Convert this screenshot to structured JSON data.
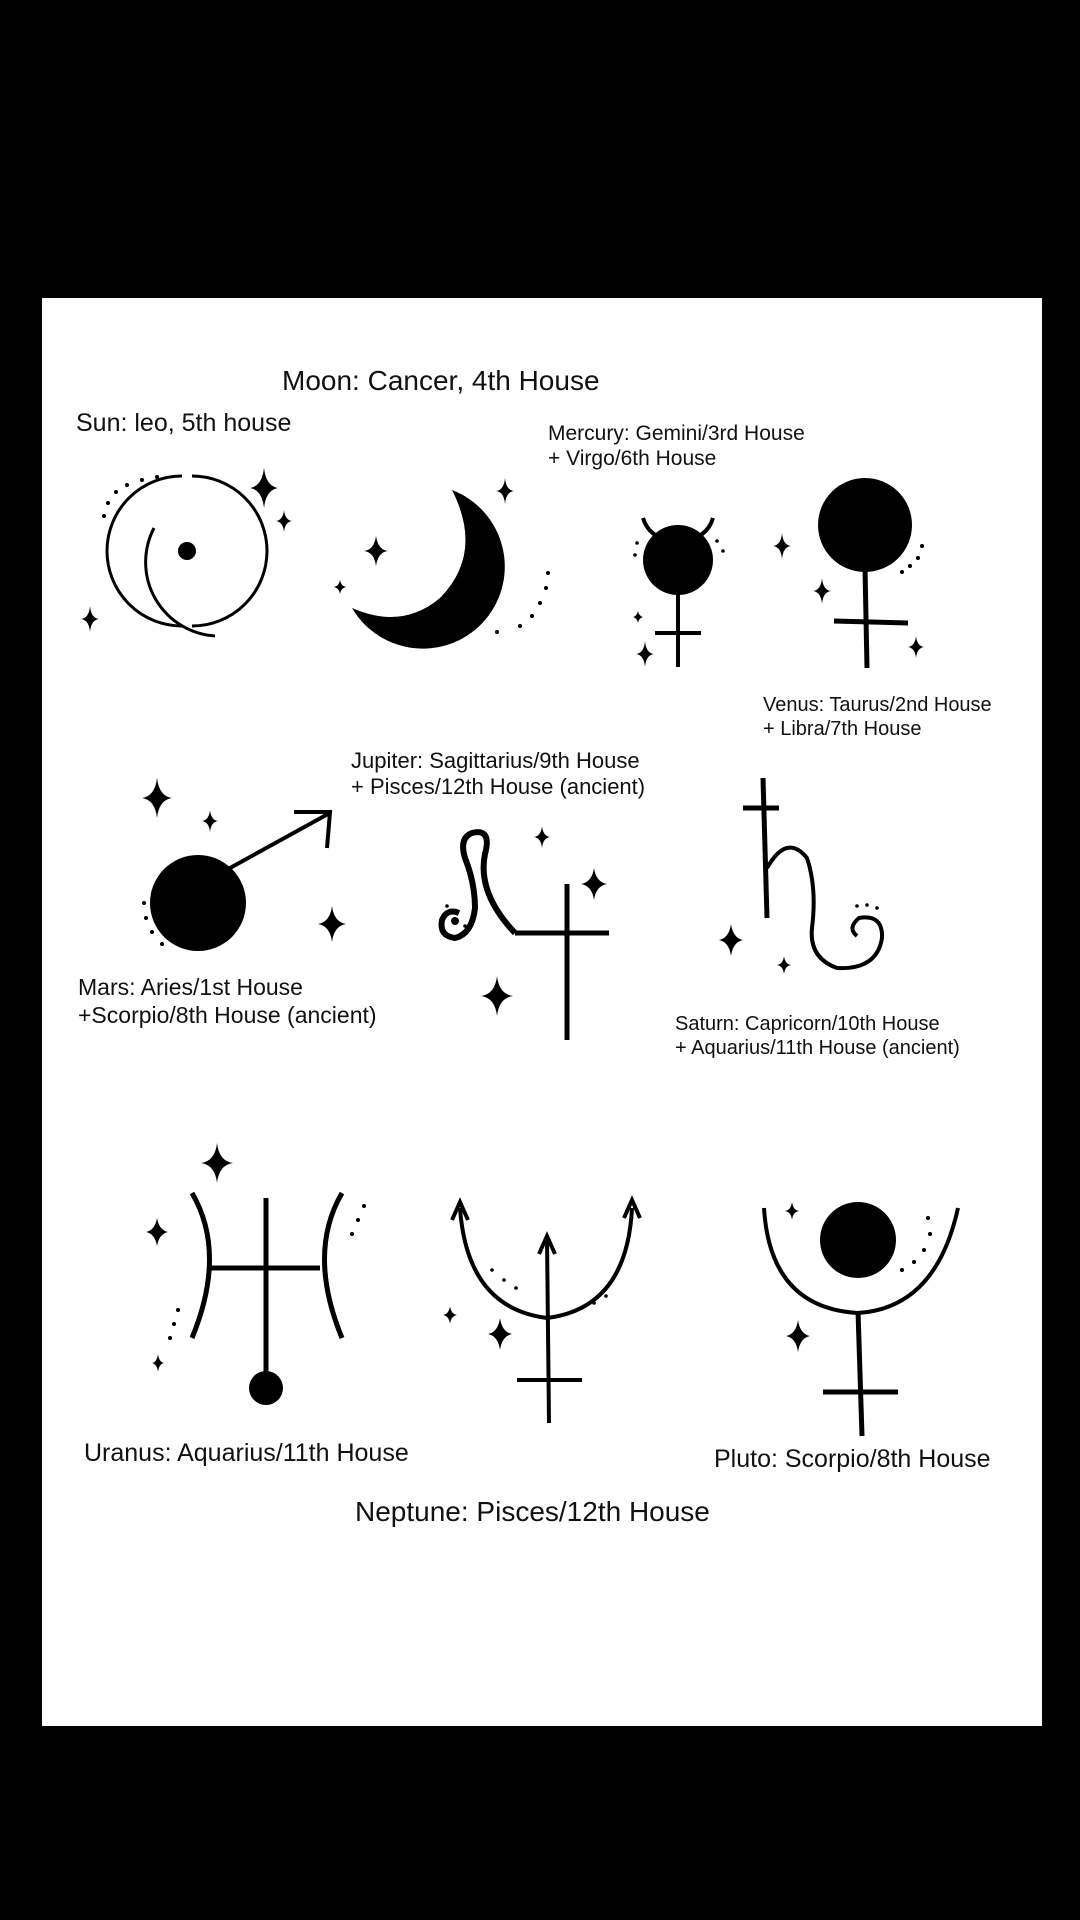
{
  "labels": {
    "moon": "Moon: Cancer, 4th House",
    "sun": "Sun: leo, 5th house",
    "mercury_line1": "Mercury: Gemini/3rd House",
    "mercury_line2": "+ Virgo/6th House",
    "venus_line1": "Venus: Taurus/2nd House",
    "venus_line2": "+ Libra/7th House",
    "jupiter_line1": "Jupiter: Sagittarius/9th House",
    "jupiter_line2": "+ Pisces/12th House (ancient)",
    "mars_line1": "Mars: Aries/1st House",
    "mars_line2": "+Scorpio/8th House (ancient)",
    "saturn_line1": "Saturn: Capricorn/10th House",
    "saturn_line2": "+ Aquarius/11th House (ancient)",
    "uranus": "Uranus: Aquarius/11th House",
    "pluto": "Pluto: Scorpio/8th House",
    "neptune": "Neptune: Pisces/12th House"
  },
  "colors": {
    "frame": "#000000",
    "sheet": "#ffffff",
    "ink": "#111111"
  },
  "icons": [
    "sun-symbol-icon",
    "moon-symbol-icon",
    "mercury-symbol-icon",
    "venus-symbol-icon",
    "mars-symbol-icon",
    "jupiter-symbol-icon",
    "saturn-symbol-icon",
    "uranus-symbol-icon",
    "neptune-symbol-icon",
    "pluto-symbol-icon",
    "sparkle-icon"
  ]
}
